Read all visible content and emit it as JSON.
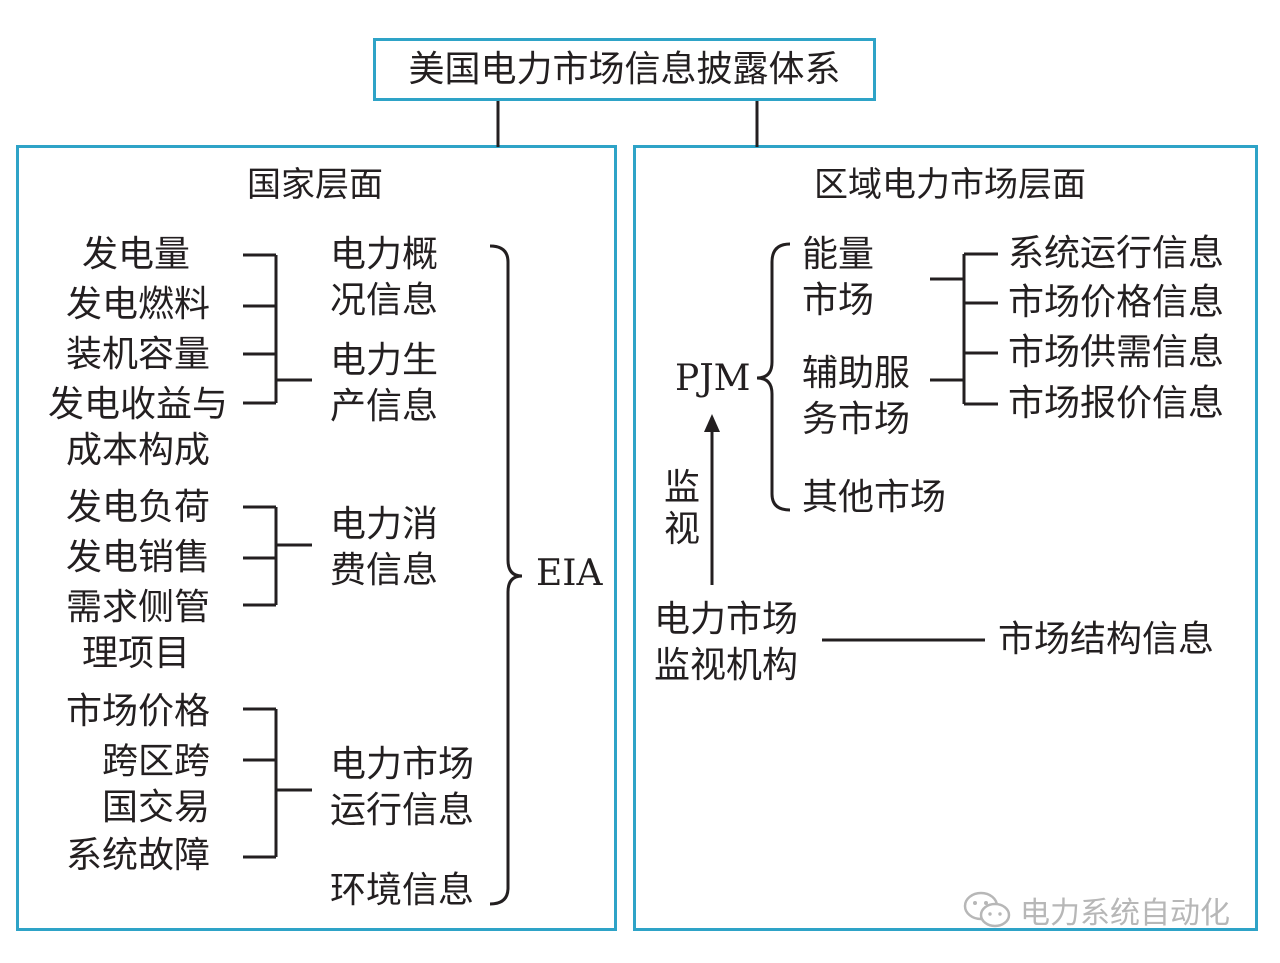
{
  "title": "美国电力市场信息披露体系",
  "national": {
    "heading": "国家层面",
    "items": {
      "gen_amount": "发电量",
      "gen_fuel": "发电燃料",
      "installed": "装机容量",
      "revenue_1": "发电收益与",
      "revenue_2": "成本构成",
      "load": "发电负荷",
      "sales": "发电销售",
      "dsm_1": "需求侧管",
      "dsm_2": "理项目",
      "price": "市场价格",
      "cross_1": "跨区跨",
      "cross_2": "国交易",
      "fault": "系统故障"
    },
    "groups": {
      "overview_1": "电力概",
      "overview_2": "况信息",
      "production_1": "电力生",
      "production_2": "产信息",
      "consumption_1": "电力消",
      "consumption_2": "费信息",
      "operation_1": "电力市场",
      "operation_2": "运行信息",
      "environment": "环境信息"
    },
    "agency": "EIA"
  },
  "regional": {
    "heading": "区域电力市场层面",
    "energy_1": "能量",
    "energy_2": "市场",
    "ancillary_1": "辅助服",
    "ancillary_2": "务市场",
    "other": "其他市场",
    "operator": "PJM",
    "info": [
      "系统运行信息",
      "市场价格信息",
      "市场供需信息",
      "市场报价信息"
    ],
    "monitor_label_1": "监",
    "monitor_label_2": "视",
    "monitor_org_1": "电力市场",
    "monitor_org_2": "监视机构",
    "structure_info": "市场结构信息"
  },
  "watermark": {
    "text": "电力系统自动化",
    "icon": "wechat-icon"
  },
  "colors": {
    "border": "#2ea3c7",
    "text": "#231f20",
    "watermark": "#b7b7b7"
  }
}
